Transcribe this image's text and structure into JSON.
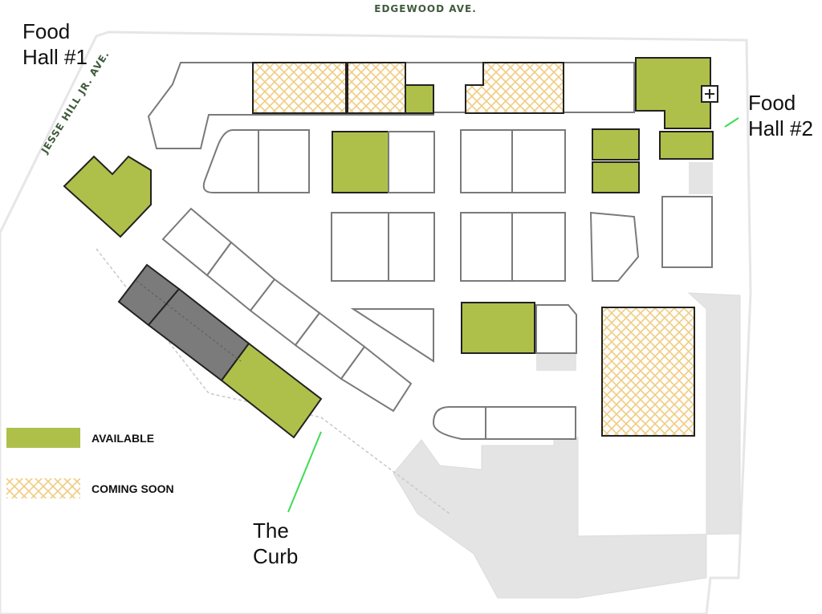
{
  "streets": {
    "north": "EDGEWOOD AVE.",
    "west": "JESSE HILL JR. AVE."
  },
  "callouts": {
    "food_hall_1": [
      "Food",
      "Hall #1"
    ],
    "food_hall_2": [
      "Food",
      "Hall #2"
    ],
    "the_curb": [
      "The",
      "Curb"
    ]
  },
  "legend": {
    "available": "AVAILABLE",
    "coming_soon": "COMING SOON"
  },
  "colors": {
    "available": "#afc04a",
    "coming_soon_line": "#f0cc80",
    "occupied_dark": "#7b7b7b",
    "outline": "#7a7a7a",
    "neighbor_building": "#e4e4e4",
    "pointer_line": "#3ddc52",
    "street_text": "#3f5b3c"
  },
  "icons": {
    "food_hall_2_marker": "plus-square-icon"
  }
}
